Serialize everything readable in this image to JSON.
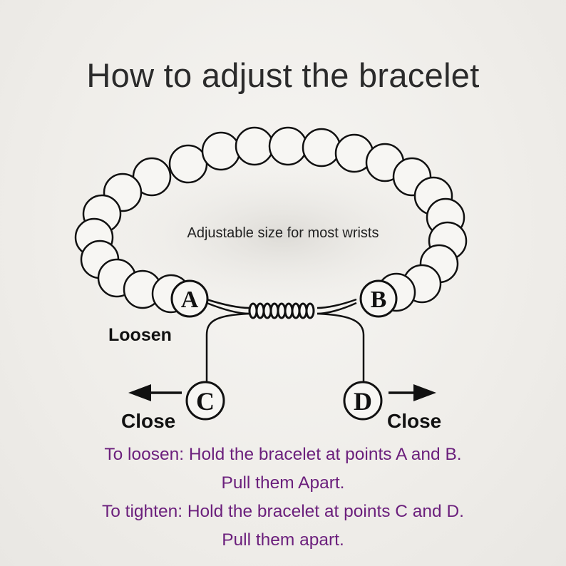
{
  "title": "How to adjust the bracelet",
  "diagram": {
    "caption": "Adjustable size for most wrists",
    "points": {
      "a": "A",
      "b": "B",
      "c": "C",
      "d": "D"
    },
    "loosen_label": "Loosen",
    "close_left_label": "Close",
    "close_right_label": "Close"
  },
  "instructions": {
    "loosen_line1": "To loosen: Hold the bracelet at points A and B.",
    "loosen_line2": "Pull them Apart.",
    "tighten_line1": "To tighten: Hold the bracelet at points C and D.",
    "tighten_line2": "Pull them apart."
  },
  "colors": {
    "instruction_text": "#6b1f7c",
    "line": "#111111",
    "bead_fill": "#f7f6f3"
  }
}
